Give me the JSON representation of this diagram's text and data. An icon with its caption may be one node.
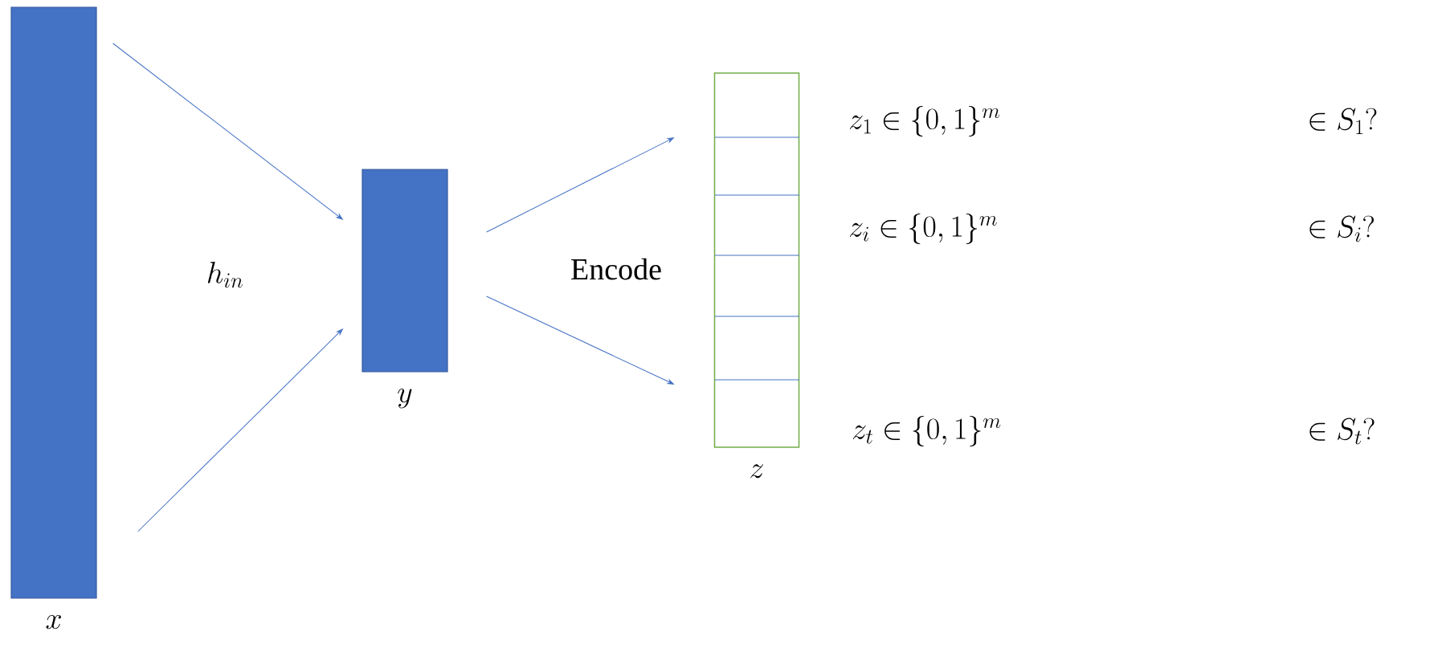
{
  "diagram": {
    "nodes": [
      {
        "text": [
          "x"
        ]
      },
      {
        "text": [
          "y"
        ]
      },
      {
        "text": [
          "z"
        ]
      }
    ],
    "edges": [
      {
        "from": 0,
        "to": 1,
        "arrow": "to"
      },
      {
        "from": 0,
        "to": 1,
        "arrow": "to"
      },
      {
        "from": 1,
        "to": 2,
        "arrow": "to"
      },
      {
        "from": 1,
        "to": 2,
        "arrow": "to"
      }
    ],
    "labels": [
      "h_{in}",
      "Encode",
      "z_1 \\in \\{0,1\\}^m",
      "\\in S_1?",
      "z_i \\in \\{0,1\\}^m",
      "\\in S_i?",
      "z_t \\in \\{0,1\\}^m",
      "\\in S_t?"
    ]
  }
}
